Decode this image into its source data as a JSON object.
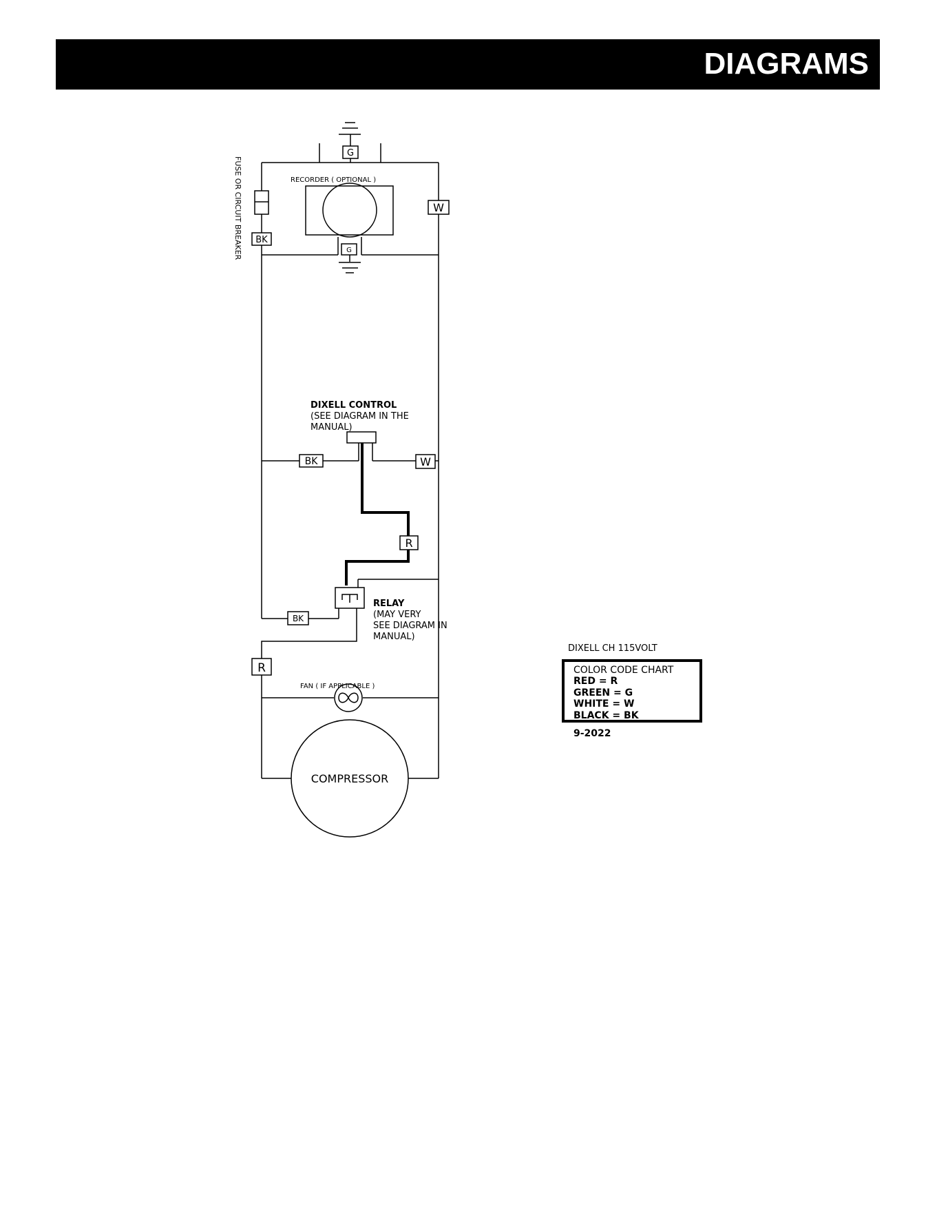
{
  "header": {
    "title": "DIAGRAMS"
  },
  "diagram": {
    "fuse_label": "FUSE OR CIRCUIT BREAKER",
    "recorder_label": "RECORDER ( OPTIONAL )",
    "control_title": "DIXELL CONTROL",
    "control_note_1": "(SEE DIAGRAM IN THE",
    "control_note_2": "MANUAL)",
    "relay_title": "RELAY",
    "relay_note_1": "(MAY VERY",
    "relay_note_2": "SEE DIAGRAM IN",
    "relay_note_3": "MANUAL)",
    "fan_label": "FAN ( IF APPLICABLE )",
    "compressor_label": "COMPRESSOR",
    "wire_tags": {
      "g_top": "G",
      "g_bottom": "G",
      "w_top": "W",
      "bk_fuse": "BK",
      "bk_control": "BK",
      "w_control": "W",
      "r_control": "R",
      "bk_relay": "BK",
      "r_left": "R"
    }
  },
  "legend": {
    "heading": "DIXELL  CH  115VOLT",
    "title": "COLOR CODE CHART",
    "rows": [
      "RED = R",
      "GREEN = G",
      "WHITE = W",
      "BLACK = BK"
    ],
    "date": "9-2022"
  }
}
